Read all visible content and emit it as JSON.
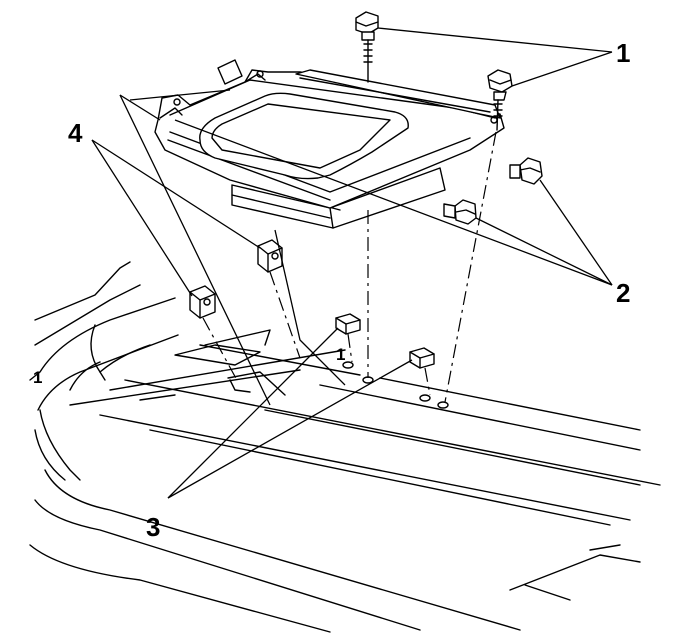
{
  "callouts": {
    "c1": "1",
    "c2": "2",
    "c3": "3",
    "c4": "4",
    "mark_floor_1": "1",
    "mark_left_1": "1"
  }
}
